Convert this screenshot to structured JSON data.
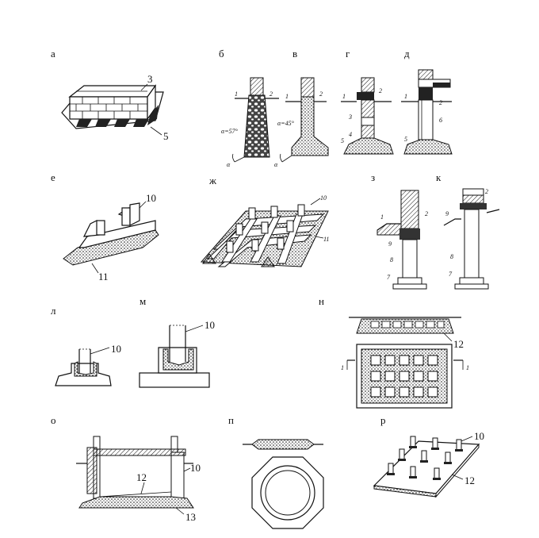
{
  "figure": {
    "panels": [
      {
        "id": "a",
        "label": "а",
        "callouts": [
          "3",
          "5"
        ]
      },
      {
        "id": "b",
        "label": "б",
        "callouts": [
          "1",
          "2"
        ],
        "angle": "α=57°",
        "angle_symbol": "α"
      },
      {
        "id": "v",
        "label": "в",
        "callouts": [
          "1",
          "2"
        ],
        "angle": "α=45°",
        "angle_symbol": "α"
      },
      {
        "id": "g",
        "label": "г",
        "callouts": [
          "1",
          "2",
          "3",
          "4",
          "5"
        ]
      },
      {
        "id": "d",
        "label": "д",
        "callouts": [
          "1",
          "2",
          "6",
          "5"
        ]
      },
      {
        "id": "e",
        "label": "е",
        "callouts": [
          "10",
          "11"
        ]
      },
      {
        "id": "zh",
        "label": "ж",
        "callouts": [
          "10",
          "11"
        ]
      },
      {
        "id": "z",
        "label": "з",
        "callouts": [
          "1",
          "2",
          "9",
          "8",
          "7"
        ]
      },
      {
        "id": "k",
        "label": "к",
        "callouts": [
          "2",
          "9",
          "8",
          "7"
        ]
      },
      {
        "id": "l",
        "label": "л",
        "callouts": [
          "10"
        ]
      },
      {
        "id": "m",
        "label": "м",
        "callouts": [
          "10"
        ]
      },
      {
        "id": "n",
        "label": "н",
        "callouts": [
          "12",
          "1",
          "1"
        ]
      },
      {
        "id": "o",
        "label": "о",
        "callouts": [
          "10",
          "12",
          "13"
        ]
      },
      {
        "id": "p",
        "label": "п",
        "callouts": []
      },
      {
        "id": "r",
        "label": "р",
        "callouts": [
          "10",
          "12"
        ]
      }
    ]
  }
}
